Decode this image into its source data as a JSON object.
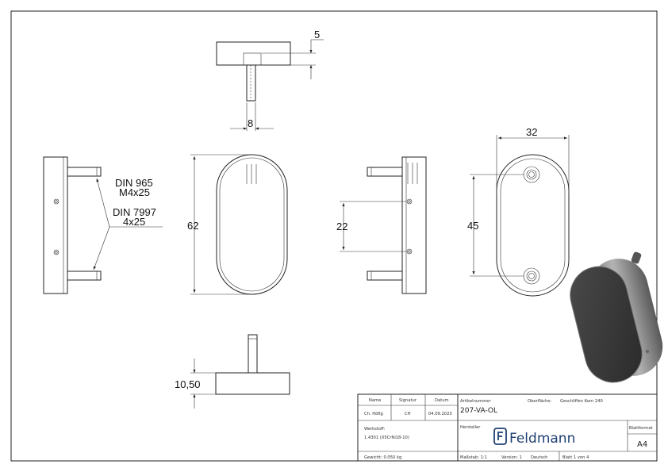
{
  "dimensions": {
    "top_5": "5",
    "top_8": "8",
    "height_62": "62",
    "width_32": "32",
    "spacing_22": "22",
    "spacing_45": "45",
    "bottom_10_50": "10,50"
  },
  "labels": {
    "din965_line1": "DIN 965",
    "din965_line2": "M4x25",
    "din7997_line1": "DIN 7997",
    "din7997_line2": "4x25"
  },
  "title_block": {
    "col_name": "Name",
    "col_signatur": "Signatur",
    "col_datum": "Datum",
    "name_value": "Ch. Höfig",
    "signatur_value": "CH",
    "datum_value": "04.09.2023",
    "artikelnummer_label": "Artikelnummer",
    "artikelnummer_value": "207-VA-OL",
    "oberflaeche_label": "Oberfläche:",
    "oberflaeche_value": "Geschliffen Korn 240",
    "werkstoff_label": "Werkstoff:",
    "werkstoff_value": "1.4301 (X5CrNi18-10)",
    "hersteller_label": "Hersteller",
    "brand_name": "Feldmann",
    "blattformat_label": "Blattformat",
    "blattformat_value": "A4",
    "gewicht": "Gewicht: 0.050 kg",
    "massstab": "Maßstab: 1:1",
    "version": "Version: 1",
    "sprache": "Deutsch",
    "blatt": "Blatt 1 von 4"
  },
  "colors": {
    "line": "#222222",
    "body_dark": "#3a3a3a",
    "body_rim": "#8a8a8a",
    "background": "#ffffff"
  }
}
